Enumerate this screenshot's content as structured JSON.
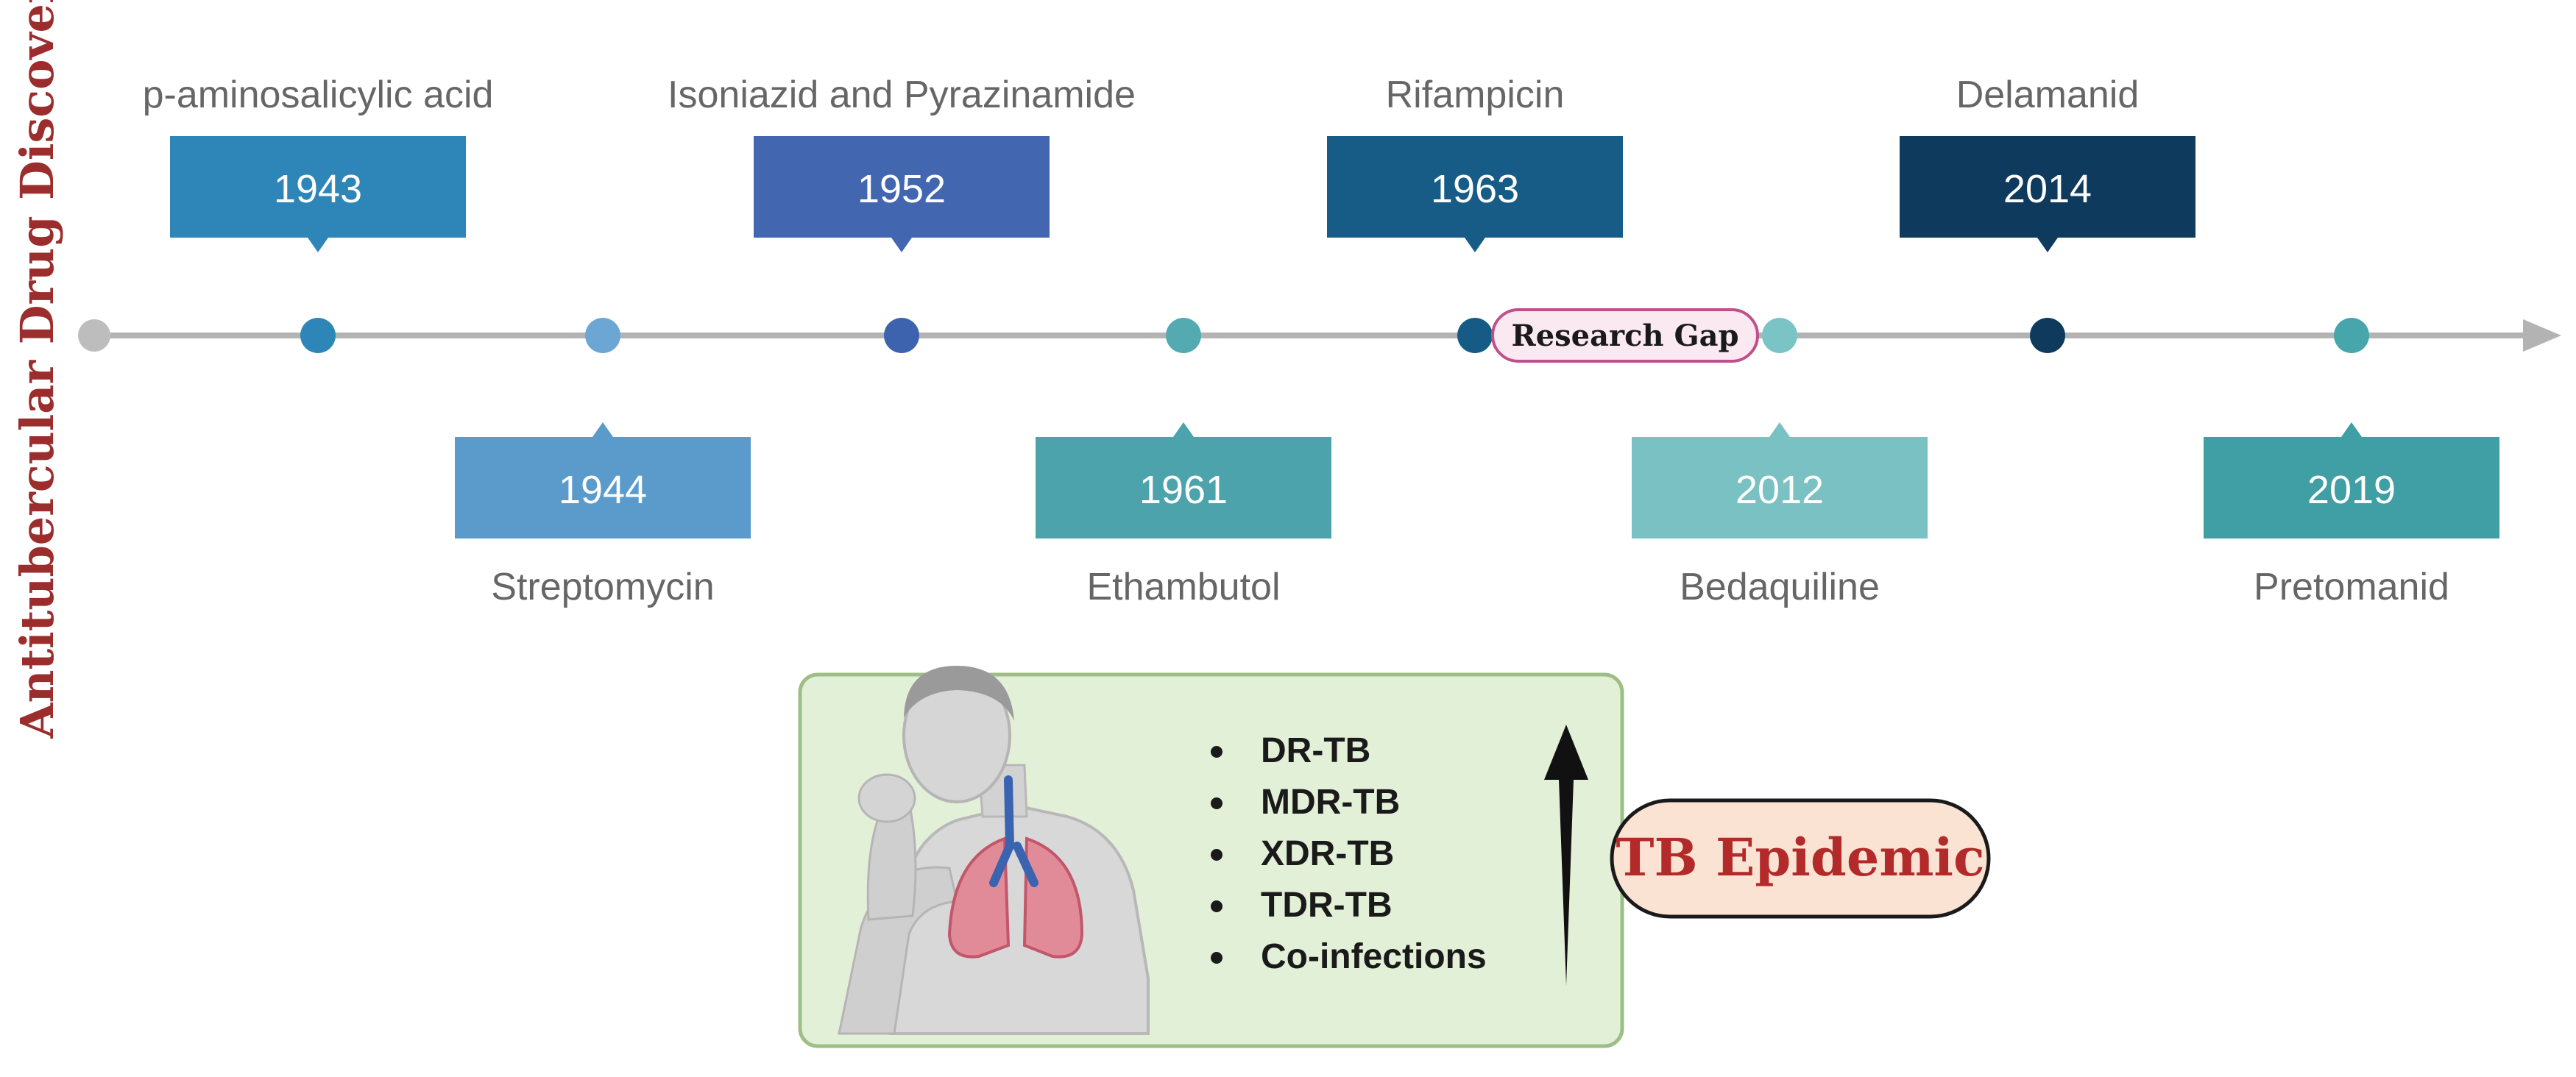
{
  "side_title": "Antitubercular Drug Discovery",
  "research_gap_label": "Research Gap",
  "milestones_above": [
    {
      "year": "1943",
      "drug": "p-aminosalicylic acid",
      "color": "#2E86B8",
      "dot": "#2E86B8"
    },
    {
      "year": "1952",
      "drug": "Isoniazid and Pyrazinamide",
      "color": "#4266B0",
      "dot": "#3E63AE"
    },
    {
      "year": "1963",
      "drug": "Rifampicin",
      "color": "#175C86",
      "dot": "#165A86"
    },
    {
      "year": "2014",
      "drug": "Delamanid",
      "color": "#0E3A5E",
      "dot": "#0F3A5E"
    }
  ],
  "milestones_below": [
    {
      "year": "1944",
      "drug": "Streptomycin",
      "color": "#5A9BCB",
      "dot": "#6BA6D4"
    },
    {
      "year": "1961",
      "drug": "Ethambutol",
      "color": "#4CA3AC",
      "dot": "#54AAB1"
    },
    {
      "year": "2012",
      "drug": "Bedaquiline",
      "color": "#79C1C2",
      "dot": "#7BC4C5"
    },
    {
      "year": "2019",
      "drug": "Pretomanid",
      "color": "#3F9FA4",
      "dot": "#46A6AB"
    }
  ],
  "panel": {
    "items": [
      "DR-TB",
      "MDR-TB",
      "XDR-TB",
      "TDR-TB",
      "Co-infections"
    ],
    "epidemic_label": "TB Epidemic"
  },
  "colors": {
    "title": "#9B2D2D",
    "axis": "#B3B3B3",
    "label_text": "#666666",
    "panel_fill": "#E3F0D8",
    "panel_stroke": "#9DBF86",
    "gap_fill": "#FBE9F1",
    "gap_stroke": "#C0508A",
    "epidemic_fill": "#FBE3D4",
    "epidemic_text": "#B32A2A"
  }
}
